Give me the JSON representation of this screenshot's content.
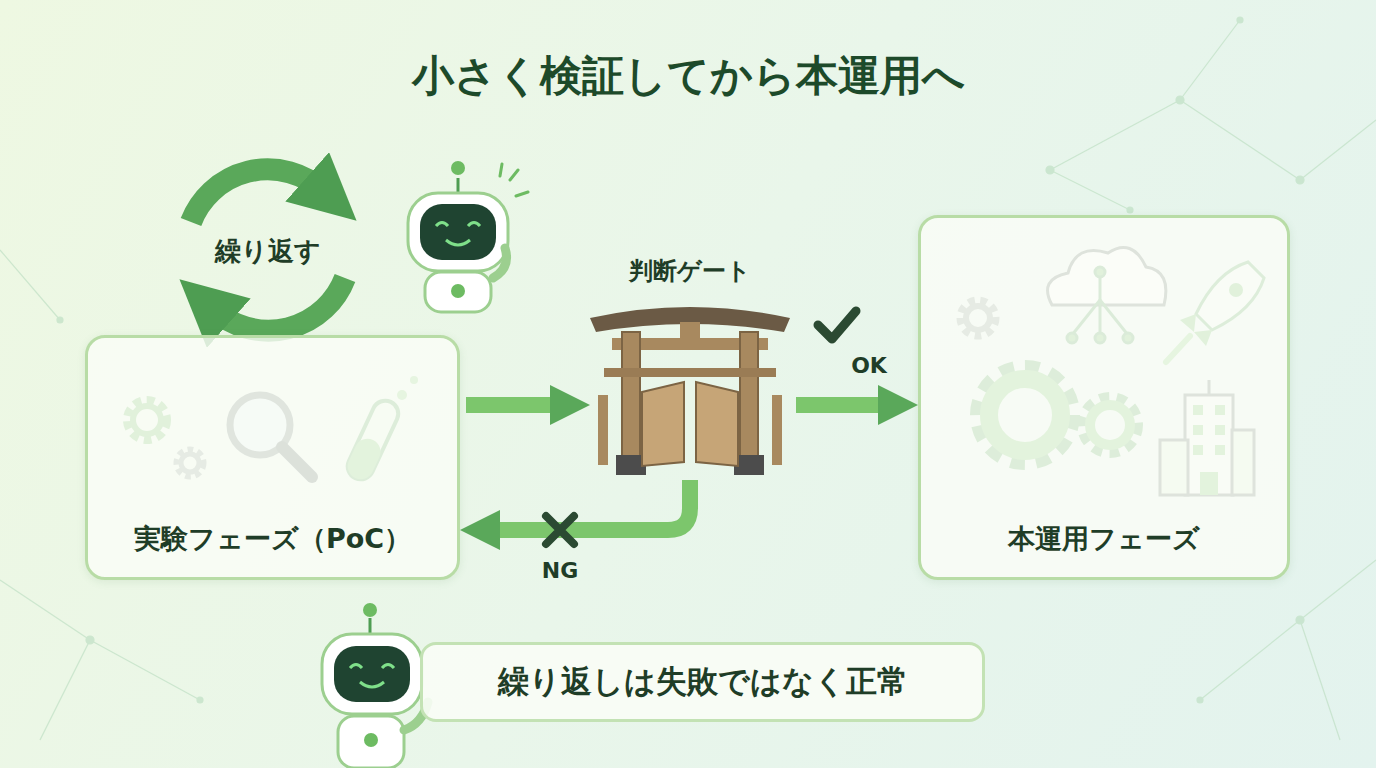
{
  "diagram": {
    "title": "小さく検証してから本運用へ",
    "nodes": [
      {
        "text": [
          "実験フェーズ（PoC）"
        ]
      },
      {
        "text": [
          "判断ゲート"
        ]
      },
      {
        "text": [
          "本運用フェーズ"
        ]
      },
      {
        "text": [
          "繰り返しは失敗ではなく正常"
        ]
      }
    ],
    "edges": [
      {
        "from": 0,
        "to": 1,
        "arrow": "to"
      },
      {
        "from": 1,
        "to": 2,
        "label": "OK",
        "arrow": "to"
      },
      {
        "from": 1,
        "to": 0,
        "label": "NG",
        "arrow": "to"
      }
    ],
    "labels": [
      "繰り返す"
    ]
  }
}
